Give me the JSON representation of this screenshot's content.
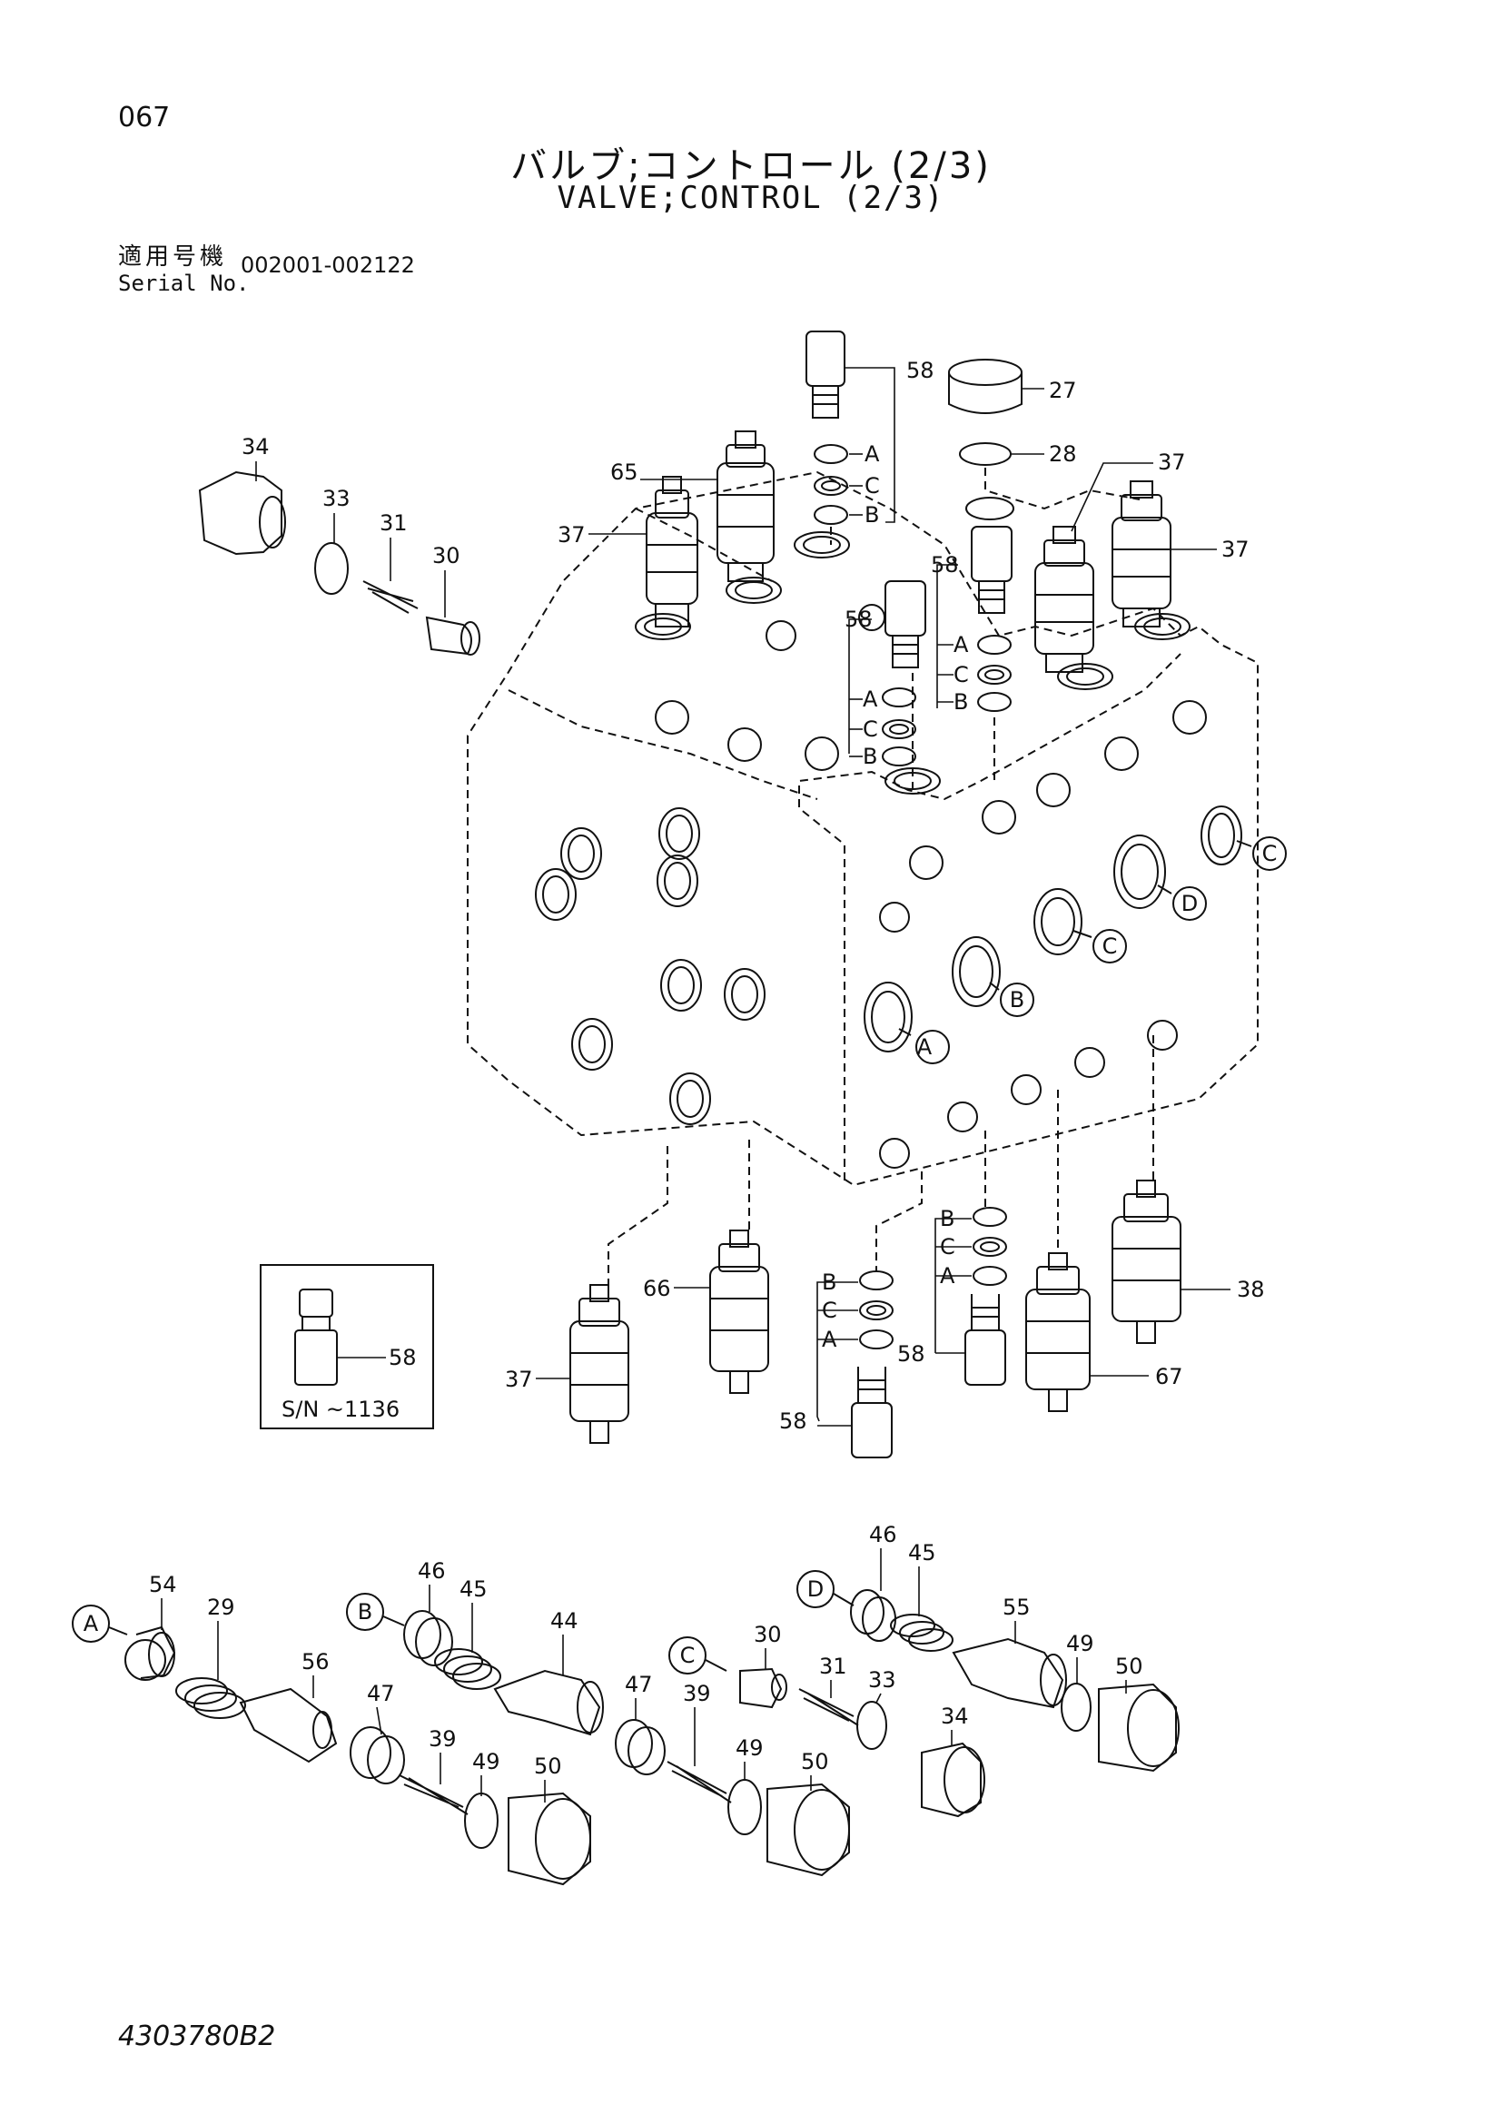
{
  "header": {
    "page_number": "067",
    "title_jp": "バルブ;コントロール (2/3)",
    "title_en": "VALVE;CONTROL (2/3)",
    "serial_label_jp": "適用号機",
    "serial_label_en": "Serial No.",
    "serial_range": "002001-002122"
  },
  "inset": {
    "part": "58",
    "note": "S/N ~1136"
  },
  "part_labels": {
    "p58_top": "58",
    "p27": "27",
    "p28": "28",
    "p65": "65",
    "p37_left": "37",
    "p37_r1": "37",
    "p37_r2": "37",
    "p34_top": "34",
    "p33_top": "33",
    "p31_top": "31",
    "p30_top": "30",
    "p58_mid1": "58",
    "p58_mid2": "58",
    "p37_bottom": "37",
    "p66": "66",
    "p58_bot1": "58",
    "p58_bot2": "58",
    "p67": "67",
    "p38": "38",
    "p54": "54",
    "p29": "29",
    "p56": "56",
    "p47_a": "47",
    "p39_a": "39",
    "p49_a": "49",
    "p50_a": "50",
    "p46_b": "46",
    "p45_b": "45",
    "p44": "44",
    "p47_b": "47",
    "p39_b": "39",
    "p49_b": "49",
    "p50_b": "50",
    "p30_c": "30",
    "p31_c": "31",
    "p33_c": "33",
    "p34_c": "34",
    "p46_d": "46",
    "p45_d": "45",
    "p55": "55",
    "p49_d": "49",
    "p50_d": "50"
  },
  "seal_letters": {
    "a": "A",
    "b": "B",
    "c": "C"
  },
  "port_callouts": {
    "a": "A",
    "b": "B",
    "c": "C",
    "d": "D",
    "c2": "C"
  },
  "footer": {
    "drawing_number": "4303780B2"
  }
}
